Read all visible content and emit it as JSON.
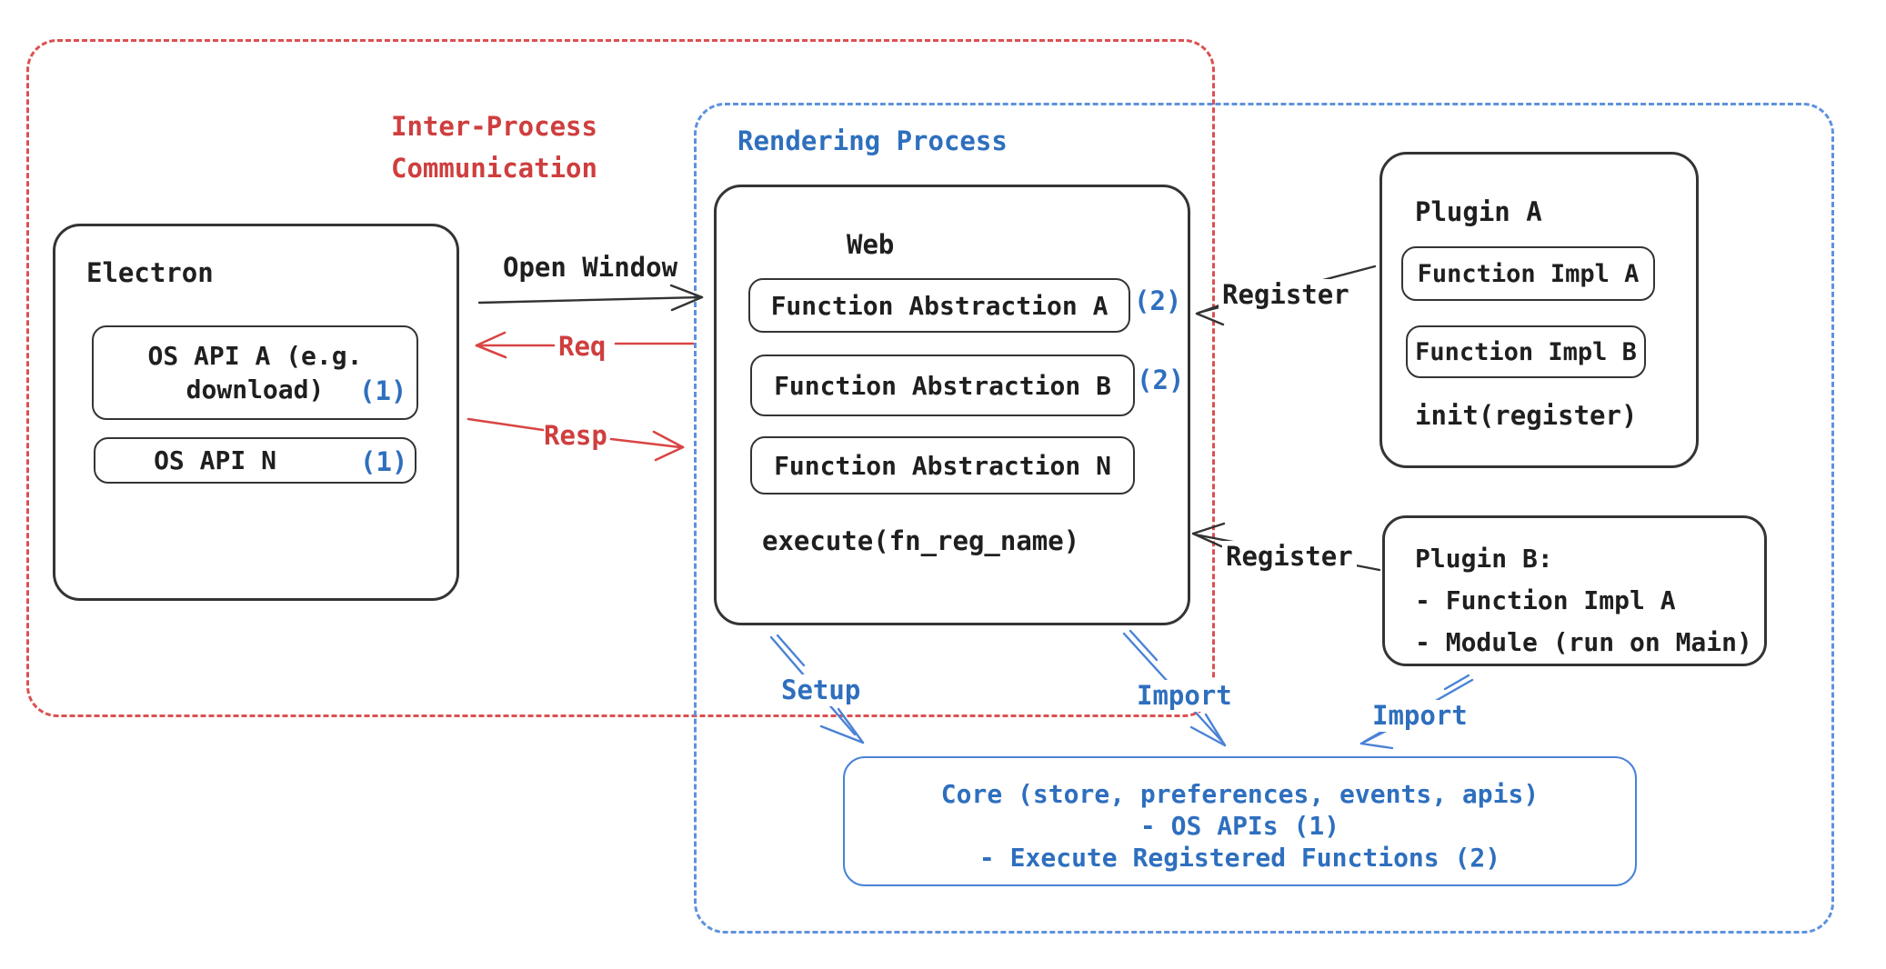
{
  "colors": {
    "red_text": "#cf3e3e",
    "red_dash_border": "#dd5050",
    "blue_text": "#2e6fbe",
    "blue_dash_border": "#5f92dd",
    "blue_line": "#4a82d6",
    "black_ink": "#1f1f1f"
  },
  "ipc_group": {
    "title_line1": "Inter-Process",
    "title_line2": "Communication"
  },
  "rendering_group": {
    "title": "Rendering Process"
  },
  "electron": {
    "title": "Electron",
    "os_api_a_name_line1": "OS API A (e.g.",
    "os_api_a_name_line2": "download)",
    "os_api_a_ref": "(1)",
    "os_api_n_name": "OS API N",
    "os_api_n_ref": "(1)"
  },
  "web": {
    "title": "Web",
    "fn_abstraction_a": "Function Abstraction A",
    "fn_abstraction_a_ref": "(2)",
    "fn_abstraction_b": "Function Abstraction B",
    "fn_abstraction_b_ref": "(2)",
    "fn_abstraction_n": "Function Abstraction N",
    "execute_fn": "execute(fn_reg_name)"
  },
  "plugin_a": {
    "title": "Plugin A",
    "impl_a": "Function Impl A",
    "impl_b": "Function Impl B",
    "init_fn": "init(register)"
  },
  "plugin_b": {
    "title": "Plugin B:",
    "item1": "- Function Impl A",
    "item2": "- Module (run on Main)"
  },
  "core": {
    "line1": "Core (store, preferences, events, apis)",
    "line2": "- OS APIs (1)",
    "line3": "- Execute Registered Functions (2)"
  },
  "arrows": {
    "open_window": "Open Window",
    "req": "Req",
    "resp": "Resp",
    "register_plugin_a": "Register",
    "register_plugin_b": "Register",
    "setup": "Setup",
    "import_web": "Import",
    "import_plugin_b": "Import"
  }
}
